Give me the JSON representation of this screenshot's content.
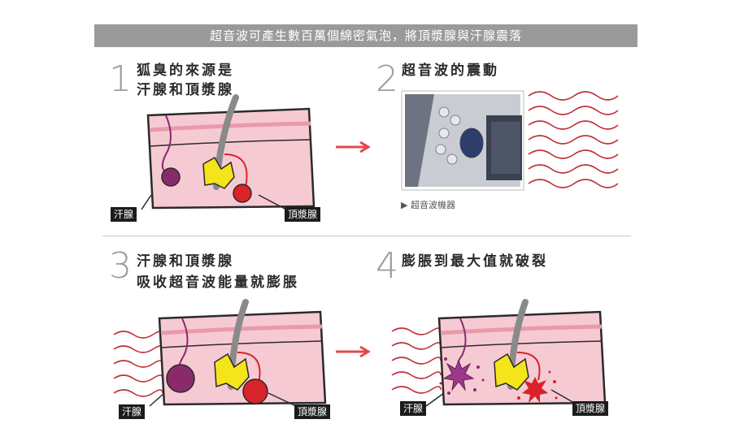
{
  "banner": "超音波可產生數百萬個綿密氣泡，將頂漿腺與汗腺震落",
  "steps": [
    {
      "num": "1",
      "line1": "狐臭的來源是",
      "line2": "汗腺和頂漿腺"
    },
    {
      "num": "2",
      "line1": "超音波的震動",
      "line2": ""
    },
    {
      "num": "3",
      "line1": "汗腺和頂漿腺",
      "line2": "吸收超音波能量就膨脹"
    },
    {
      "num": "4",
      "line1": "膨脹到最大值就破裂",
      "line2": ""
    }
  ],
  "labels": {
    "sweat_gland": "汗腺",
    "apocrine_gland": "頂漿腺"
  },
  "caption": "▶ 超音波機器",
  "colors": {
    "banner_bg": "#9a9a9a",
    "arrow": "#e24a4a",
    "wave": "#c0303a",
    "skin_pink": "#f6cad3",
    "sweat_gland": "#8a2a6a",
    "apocrine": "#d8232a",
    "hair": "#8a8a8a",
    "fat": "#f4e41a"
  }
}
